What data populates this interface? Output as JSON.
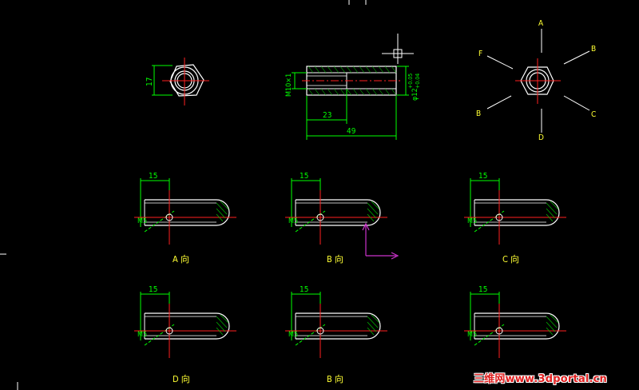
{
  "colors": {
    "background": "#000000",
    "outline": "#ffffff",
    "dimension": "#00ff00",
    "centerline": "#ff2020",
    "label": "#ffff33",
    "ucs": "#cc33cc"
  },
  "top_views": {
    "hex_end_view": {
      "dim_across_flats": "17"
    },
    "section_view": {
      "thread_callout": "M10×1",
      "dim_thread_depth": "23",
      "dim_length": "49",
      "dia_callout": "φ12",
      "dia_tol_upper": "+0.05",
      "dia_tol_lower": "+0.04"
    },
    "direction_diagram": {
      "labels": [
        "A",
        "B",
        "C",
        "D",
        "B",
        "F"
      ]
    }
  },
  "detail_views": [
    {
      "dim": "15",
      "thread": "M5",
      "caption": "A 向"
    },
    {
      "dim": "15",
      "thread": "M5",
      "caption": "B 向"
    },
    {
      "dim": "15",
      "thread": "M5",
      "caption": "C 向"
    },
    {
      "dim": "15",
      "thread": "M5",
      "caption": "D 向"
    },
    {
      "dim": "15",
      "thread": "M5",
      "caption": "B 向"
    },
    {
      "dim": "15",
      "thread": "M5",
      "caption": ""
    }
  ],
  "watermark": "三维网www.3dportal.cn"
}
